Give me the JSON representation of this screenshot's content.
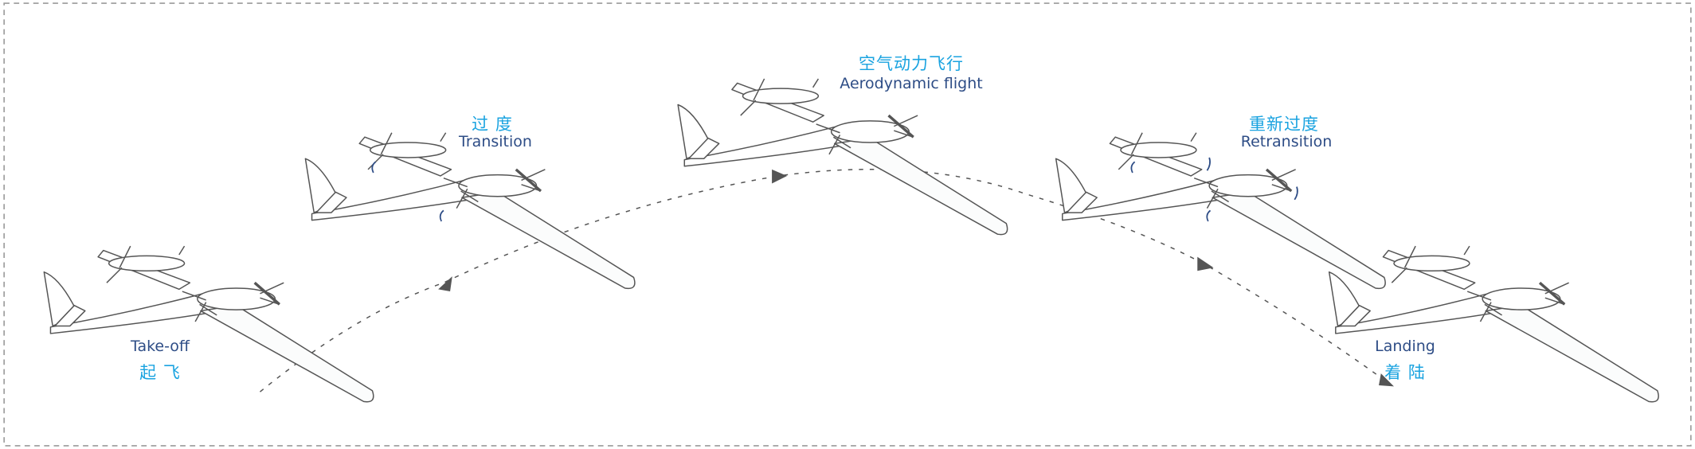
{
  "phases": [
    {
      "en": "Take-off",
      "zh": "起 飞"
    },
    {
      "en": "Transition",
      "zh": "过 度"
    },
    {
      "en": "Aerodynamic flight",
      "zh": "空气动力飞行"
    },
    {
      "en": "Retransition",
      "zh": "重新过度"
    },
    {
      "en": "Landing",
      "zh": "着 陆"
    }
  ],
  "colors": {
    "english_label": "#2e4d86",
    "chinese_label": "#1aa3e0",
    "line": "#555555",
    "border": "#9a9a9a"
  }
}
